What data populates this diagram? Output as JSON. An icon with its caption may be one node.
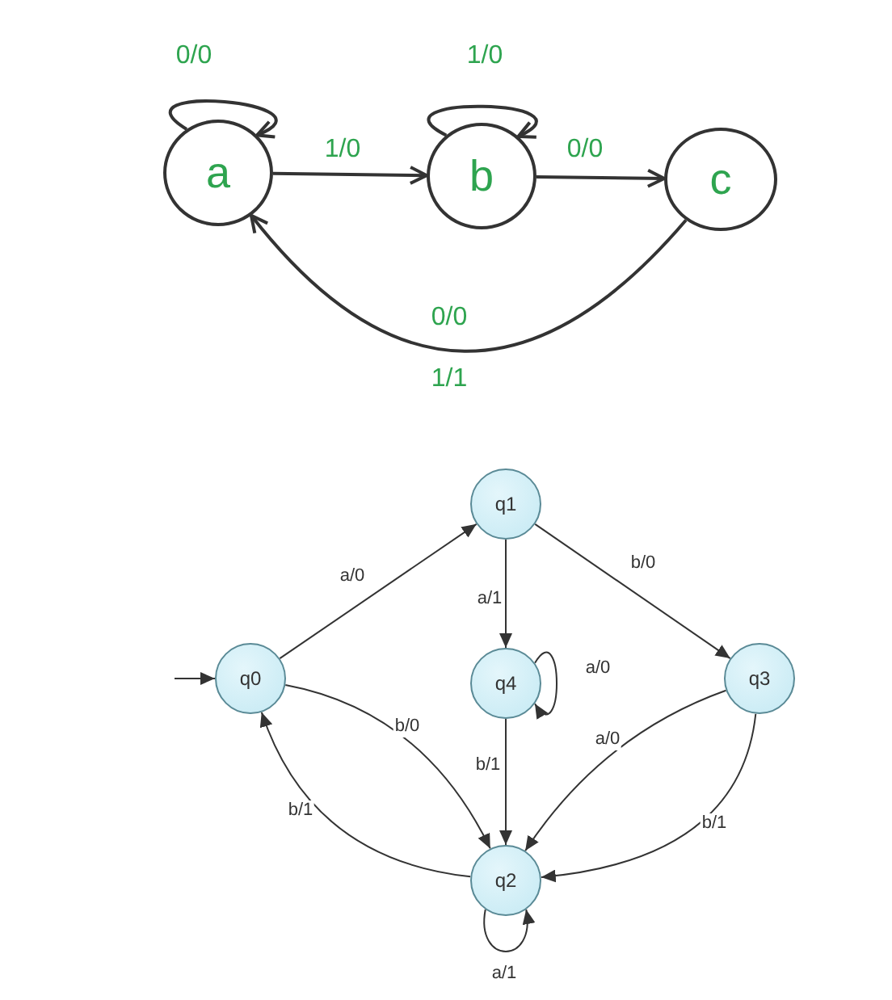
{
  "diagram": {
    "nodes": [
      {
        "text": [
          "a"
        ]
      },
      {
        "text": [
          "b"
        ]
      },
      {
        "text": [
          "c"
        ]
      },
      {
        "text": [
          "q1"
        ]
      },
      {
        "text": [
          "q0"
        ]
      },
      {
        "text": [
          "q4"
        ]
      },
      {
        "text": [
          "q3"
        ]
      },
      {
        "text": [
          "q2"
        ]
      }
    ],
    "edges": [
      {
        "from": 0,
        "to": 0,
        "arrow": "to",
        "label": "0/0"
      },
      {
        "from": 0,
        "to": 1,
        "arrow": "to",
        "label": "1/0"
      },
      {
        "from": 1,
        "to": 1,
        "arrow": "to",
        "label": "1/0"
      },
      {
        "from": 1,
        "to": 2,
        "arrow": "to",
        "label": "0/0"
      },
      {
        "from": 2,
        "to": 0,
        "arrow": "to",
        "label": "0/0 1/1"
      },
      {
        "from": null,
        "to": 4,
        "arrow": "to"
      },
      {
        "from": 4,
        "to": 3,
        "arrow": "to",
        "label": "a/0"
      },
      {
        "from": 3,
        "to": 5,
        "arrow": "to",
        "label": "a/1"
      },
      {
        "from": 3,
        "to": 6,
        "arrow": "to",
        "label": "b/0"
      },
      {
        "from": 5,
        "to": 5,
        "arrow": "to",
        "label": "a/0"
      },
      {
        "from": 4,
        "to": 7,
        "arrow": "to",
        "label": "b/0"
      },
      {
        "from": 7,
        "to": 4,
        "arrow": "to",
        "label": "b/1"
      },
      {
        "from": 5,
        "to": 7,
        "arrow": "to",
        "label": "b/1"
      },
      {
        "from": 6,
        "to": 7,
        "arrow": "to",
        "label": "a/0"
      },
      {
        "from": 6,
        "to": 7,
        "arrow": "to",
        "label": "b/1"
      },
      {
        "from": 7,
        "to": 7,
        "arrow": "to",
        "label": "a/1"
      }
    ]
  }
}
